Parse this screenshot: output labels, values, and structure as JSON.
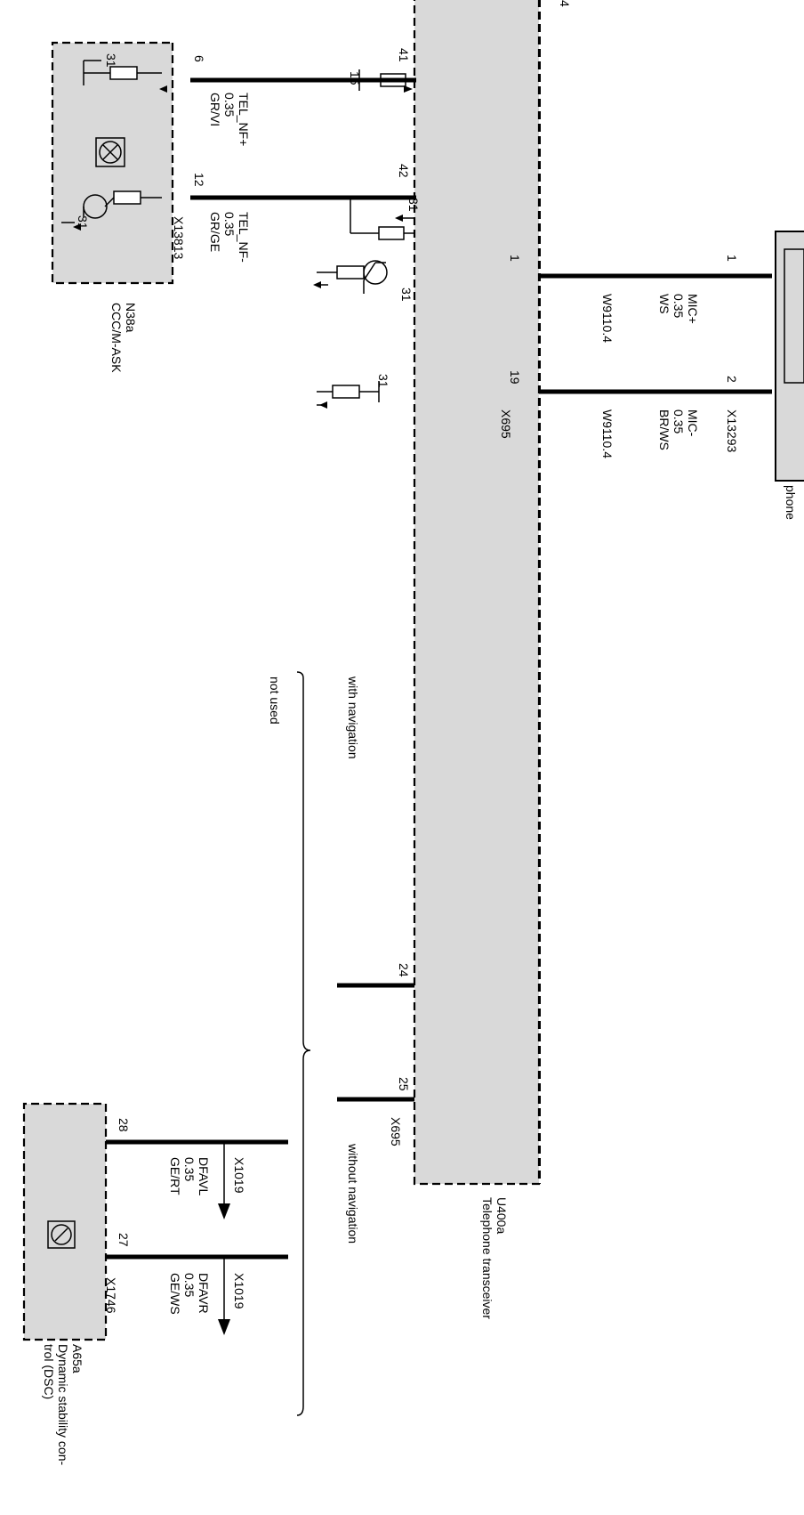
{
  "modules": {
    "transceiver": {
      "id": "U400a",
      "name": "Telephone transceiver"
    },
    "ccc": {
      "id": "N38a",
      "name": "CCC/M-ASK",
      "connector": "X13813"
    },
    "dsc": {
      "id": "A65a",
      "name_line1": "Dynamic stability con-",
      "name_line2": "trol (DSC)",
      "connector": "X1746"
    },
    "phone": {
      "label": "phone",
      "connector": "X13293"
    }
  },
  "pins": {
    "p41": "41",
    "p42": "42",
    "p1": "1",
    "p19": "19",
    "p24": "24",
    "p25": "25",
    "p6": "6",
    "p12": "12",
    "p28": "28",
    "p27": "27",
    "ph1": "1",
    "ph2": "2",
    "g15": "15",
    "g31a": "31",
    "g31b": "31",
    "g31c": "31",
    "g31d": "31",
    "g31e": "31",
    "g31f": "31",
    "top_mark": "4"
  },
  "connectors": {
    "x695_a": "X695",
    "x695_b": "X695",
    "x1019_a": "X1019",
    "x1019_b": "X1019"
  },
  "wires": {
    "tel_nf_plus": {
      "name": "TEL_NF+",
      "size": "0.35",
      "color": "GR/VI"
    },
    "tel_nf_minus": {
      "name": "TEL_NF-",
      "size": "0.35",
      "color": "GR/GE"
    },
    "mic_plus": {
      "name": "MIC+",
      "size": "0.35",
      "color": "WS",
      "splice": "W9110.4"
    },
    "mic_minus": {
      "name": "MIC-",
      "size": "0.35",
      "color": "BR/WS",
      "splice": "W9110.4"
    },
    "dfavl": {
      "name": "DFAVL",
      "size": "0.35",
      "color": "GE/RT"
    },
    "dfavr": {
      "name": "DFAVR",
      "size": "0.35",
      "color": "GE/WS"
    }
  },
  "notes": {
    "with_nav": "with navigation",
    "not_used": "not used",
    "without_nav": "without navigation"
  }
}
